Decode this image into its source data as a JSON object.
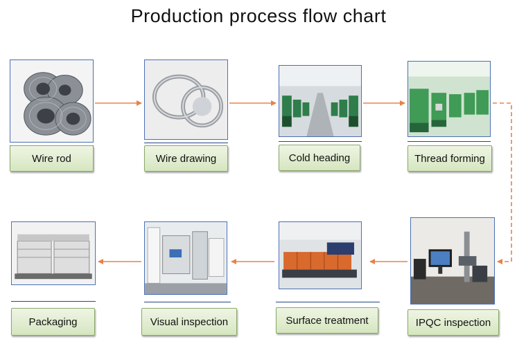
{
  "title": "Production process flow chart",
  "steps": [
    {
      "label": "Wire rod",
      "image": "wire-rod-coils-photo"
    },
    {
      "label": "Wire drawing",
      "image": "drawn-wire-coil-photo"
    },
    {
      "label": "Cold heading",
      "image": "cold-heading-workshop-photo"
    },
    {
      "label": "Thread forming",
      "image": "thread-forming-machines-photo"
    },
    {
      "label": "IPQC inspection",
      "image": "ipqc-inspection-lab-photo"
    },
    {
      "label": "Surface treatment",
      "image": "surface-treatment-line-photo"
    },
    {
      "label": "Visual inspection",
      "image": "visual-inspection-machines-photo"
    },
    {
      "label": "Packaging",
      "image": "packaging-crates-photo"
    }
  ],
  "colors": {
    "arrow": "#e8824a",
    "photo_border": "#4a6fb3",
    "label_fill": "#dbe9c8",
    "label_border": "#8aa86a"
  }
}
